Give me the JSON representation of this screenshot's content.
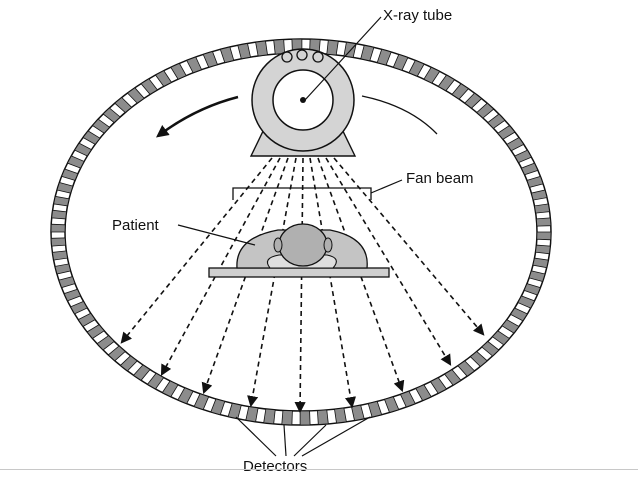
{
  "labels": {
    "xray_tube": "X-ray tube",
    "fan_beam": "Fan beam",
    "patient": "Patient",
    "detectors": "Detectors"
  },
  "colors": {
    "stroke": "#111111",
    "detector_fill": "#8c8c8c",
    "tube_fill": "#d4d4d4",
    "patient_fill": "#c4c4c4",
    "table_fill": "#cfcfcf"
  },
  "detector_count": 86,
  "ray_count": 9
}
